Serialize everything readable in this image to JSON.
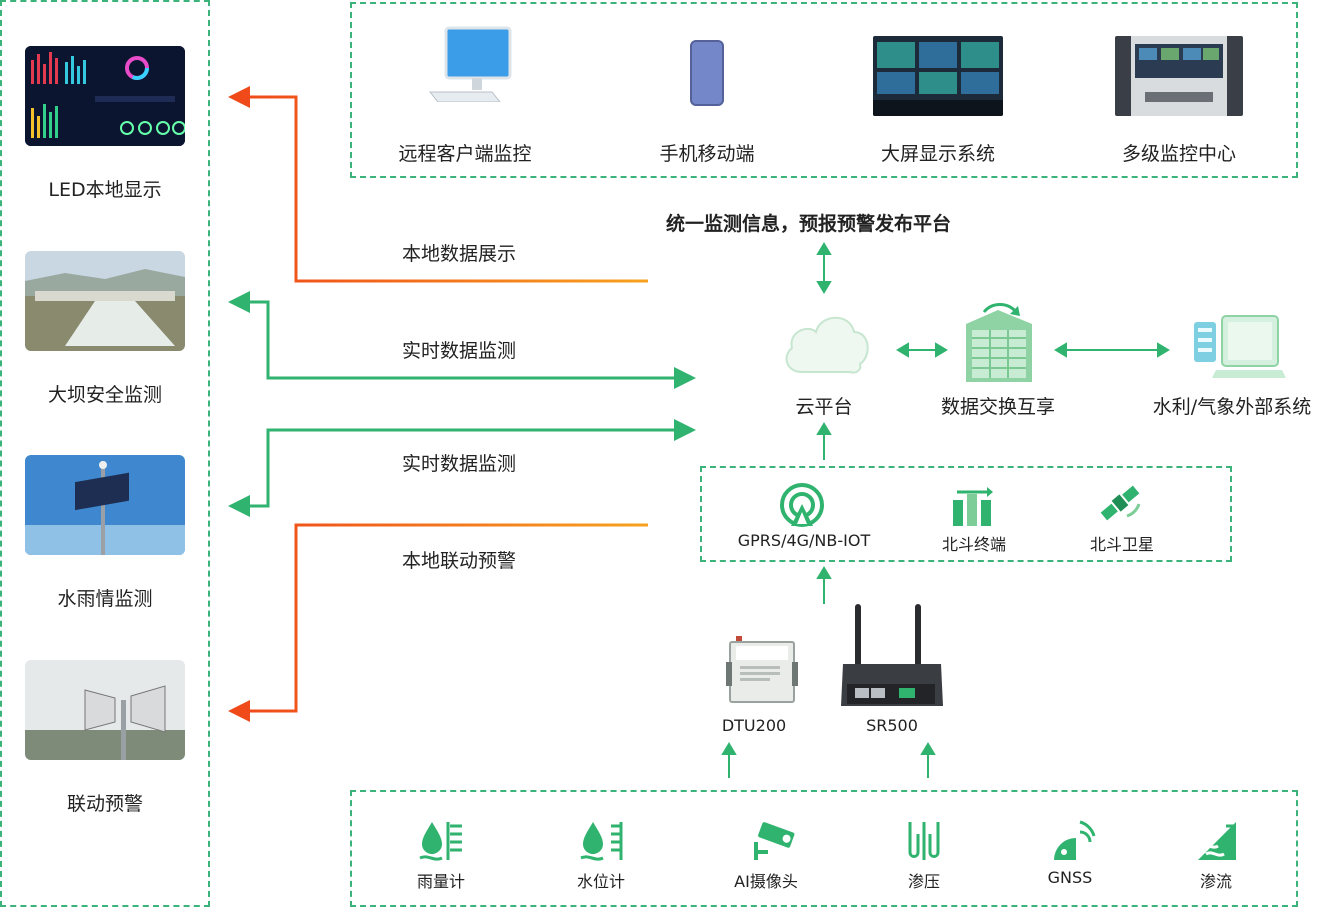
{
  "left_column": {
    "items": [
      {
        "label": "LED本地显示"
      },
      {
        "label": "大坝安全监测"
      },
      {
        "label": "水雨情监测"
      },
      {
        "label": "联动预警"
      }
    ]
  },
  "top_panel": {
    "items": [
      {
        "label": "远程客户端监控"
      },
      {
        "label": "手机移动端"
      },
      {
        "label": "大屏显示系统"
      },
      {
        "label": "多级监控中心"
      }
    ]
  },
  "platform_title": "统一监测信息，预报预警发布平台",
  "flow_labels": {
    "local_display": "本地数据展示",
    "realtime_1": "实时数据监测",
    "realtime_2": "实时数据监测",
    "local_alarm": "本地联动预警"
  },
  "center_row": {
    "cloud": "云平台",
    "exchange": "数据交换互享",
    "external": "水利/气象外部系统"
  },
  "comm_panel": {
    "items": [
      {
        "label": "GPRS/4G/NB-IOT",
        "icon": "signal-icon"
      },
      {
        "label": "北斗终端",
        "icon": "beidou-terminal-icon"
      },
      {
        "label": "北斗卫星",
        "icon": "satellite-icon"
      }
    ]
  },
  "devices": {
    "dtu": "DTU200",
    "router": "SR500"
  },
  "sensors": {
    "items": [
      {
        "label": "雨量计",
        "icon": "rain-gauge-icon"
      },
      {
        "label": "水位计",
        "icon": "water-level-icon"
      },
      {
        "label": "AI摄像头",
        "icon": "camera-icon"
      },
      {
        "label": "渗压",
        "icon": "seepage-pressure-icon"
      },
      {
        "label": "GNSS",
        "icon": "gnss-icon"
      },
      {
        "label": "渗流",
        "icon": "seepage-flow-icon"
      }
    ]
  },
  "colors": {
    "green": "#2fb36e",
    "orange": "#f05a1e",
    "dash": "#3bb37a"
  }
}
